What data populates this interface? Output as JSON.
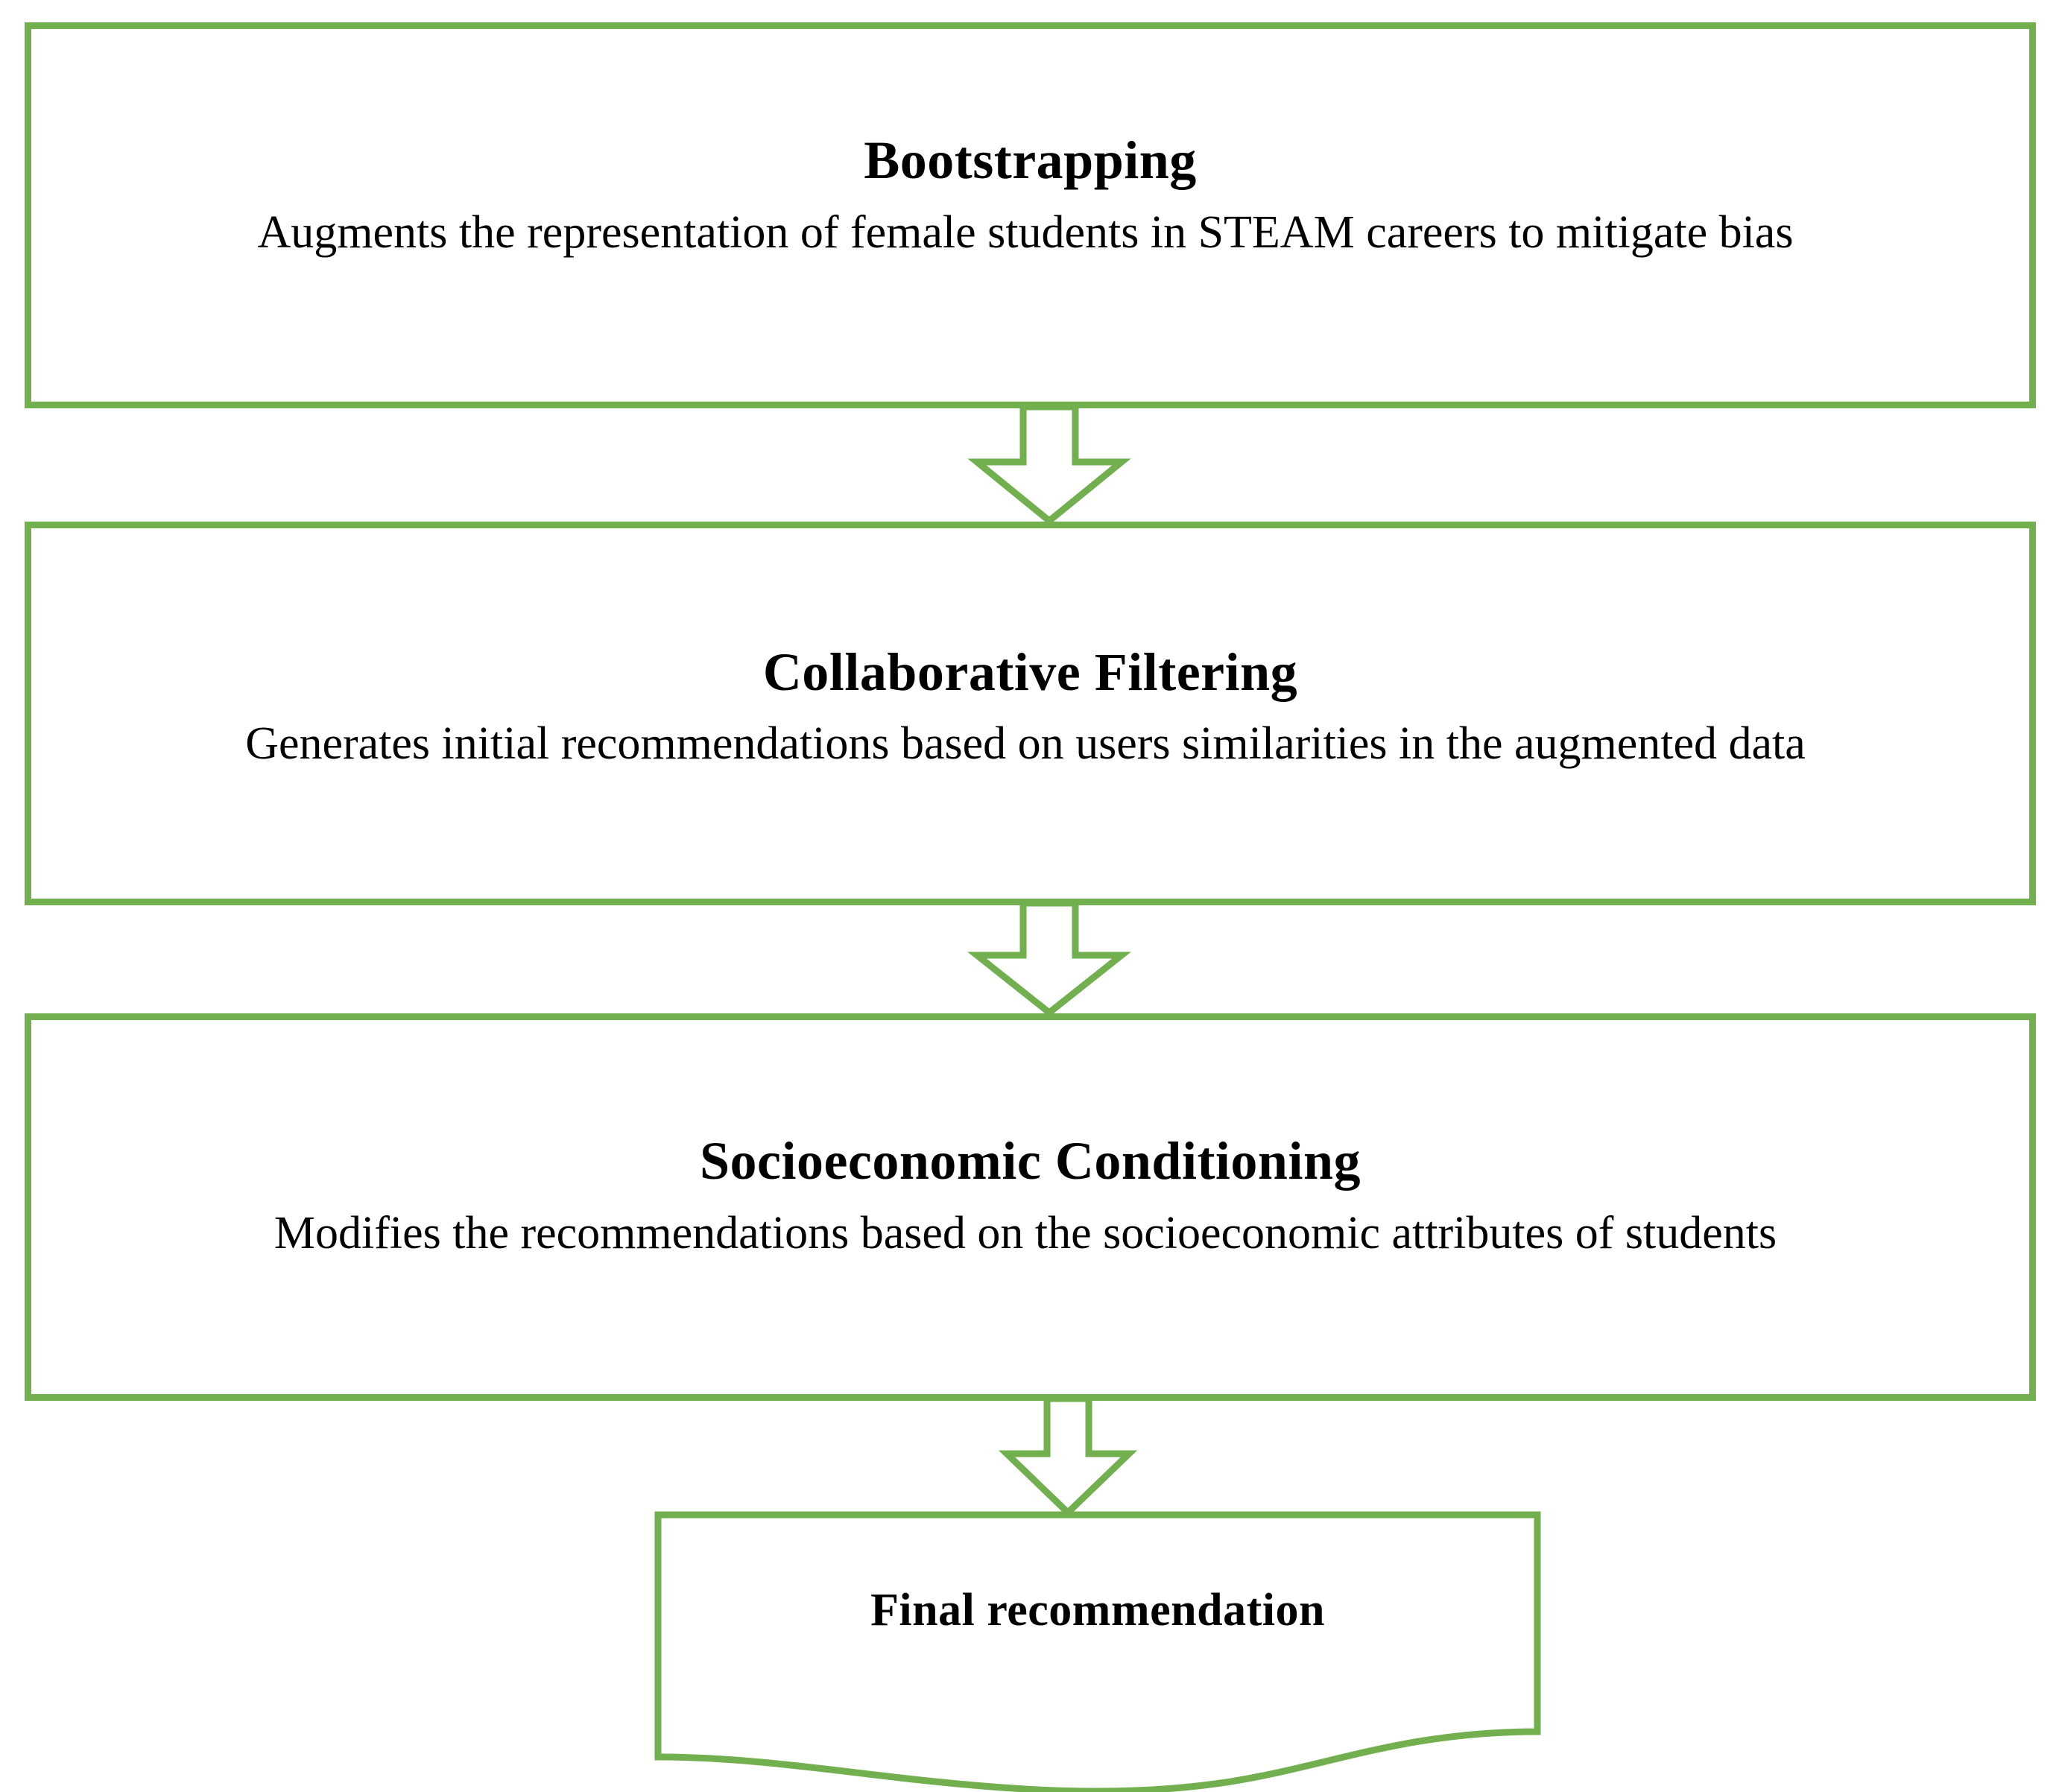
{
  "diagram": {
    "accent_color": "#72AF4E",
    "background_color": "#FFFFFF",
    "text_color": "#000000",
    "stages": [
      {
        "title": "Bootstrapping",
        "description": "Augments the representation of female students in STEAM careers to mitigate bias"
      },
      {
        "title": "Collaborative Filtering",
        "description": "Generates initial recommendations based on users similarities in the augmented data"
      },
      {
        "title": "Socioeconomic Conditioning",
        "description": "Modifies the recommendations based on the socioeconomic attributes of students"
      }
    ],
    "final": {
      "label": "Final recommendation"
    },
    "connectors": [
      {
        "icon": "down-arrow-icon"
      },
      {
        "icon": "down-arrow-icon"
      },
      {
        "icon": "down-arrow-icon"
      }
    ]
  }
}
